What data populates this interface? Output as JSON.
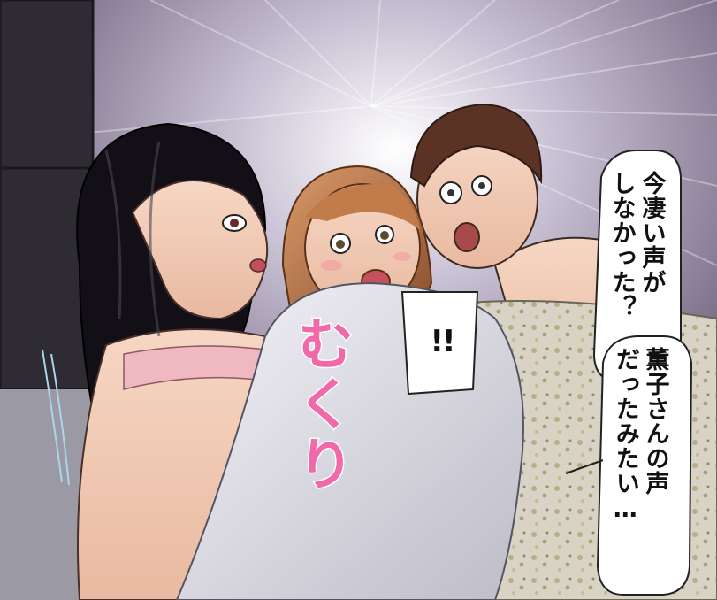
{
  "speech_bubbles": [
    {
      "text": "今凄い声が\nしなかった？"
    },
    {
      "text": "薫子さんの声\nだったみたい…"
    }
  ],
  "surprise_note": {
    "text": "!!"
  },
  "sound_effect": {
    "text": "むくり"
  },
  "colors": {
    "background_purple": "#6f6680",
    "speed_lines": "#f2eef6",
    "sfx_pink": "#f06aa9",
    "blanket_white": "#e9e9ef",
    "floral_blanket": "#cfc9bd"
  }
}
